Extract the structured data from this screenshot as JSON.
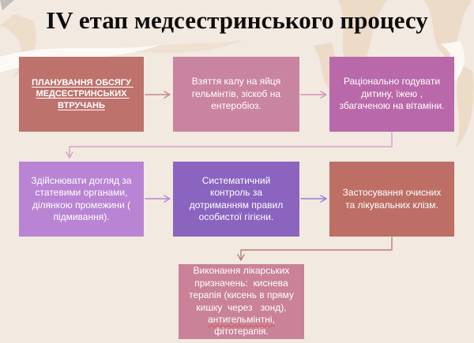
{
  "title": "IV етап медсестринського процесу",
  "slide": {
    "background_color": "#f2e9e1",
    "decoration_tan_color": "#ecdbc7",
    "decoration_white_color": "#fdfaf5"
  },
  "flowchart": {
    "steps": [
      {
        "id": "step-1",
        "label": "ПЛАНУВАННЯ ОБСЯГУ МЕДСЕСТРИНСЬКИХ ВТРУЧАНЬ",
        "color": "#bd726c",
        "emphasis": "bold-underline"
      },
      {
        "id": "step-2",
        "label": "Взяття калу на яйця гельмінтів, зіскоб на ентеробіоз.",
        "color": "#c9849f"
      },
      {
        "id": "step-3",
        "label": "Раціонально годувати дитину, їжею , збагаченою на вітаміни.",
        "color": "#b969a9"
      },
      {
        "id": "step-4",
        "label": "Здійснювати догляд за статевими органами, ділянкою промежини ( підмивання).",
        "color": "#b984d3"
      },
      {
        "id": "step-5",
        "label": "Систематичний контроль за дотриманням правил особистої гігієни.",
        "color": "#8a64bf"
      },
      {
        "id": "step-6",
        "label": "Застосування очисних та лікувальних клізм.",
        "color": "#bd6f65"
      },
      {
        "id": "step-7",
        "label_before": "Виконання лікарських призначень:  киснева терапія (кисень в пряму кишку  через   зонд), ",
        "label_misspelled": "антигельмінтні,",
        "label_after": " фітотерапія.",
        "color": "#c98298"
      }
    ],
    "connectors": [
      {
        "from": "step-1",
        "to": "step-2",
        "shape": "straight-right",
        "color": "#c6898c"
      },
      {
        "from": "step-2",
        "to": "step-3",
        "shape": "straight-right",
        "color": "#d593b5"
      },
      {
        "from": "step-3",
        "to": "step-4",
        "shape": "elbow-down-left-down",
        "color": "#d5a0ca"
      },
      {
        "from": "step-4",
        "to": "step-5",
        "shape": "straight-right",
        "color": "#b586d9"
      },
      {
        "from": "step-5",
        "to": "step-6",
        "shape": "straight-right",
        "color": "#9d7cd4"
      },
      {
        "from": "step-6",
        "to": "step-7",
        "shape": "elbow-down-left-down",
        "color": "#b97f6f"
      }
    ]
  }
}
